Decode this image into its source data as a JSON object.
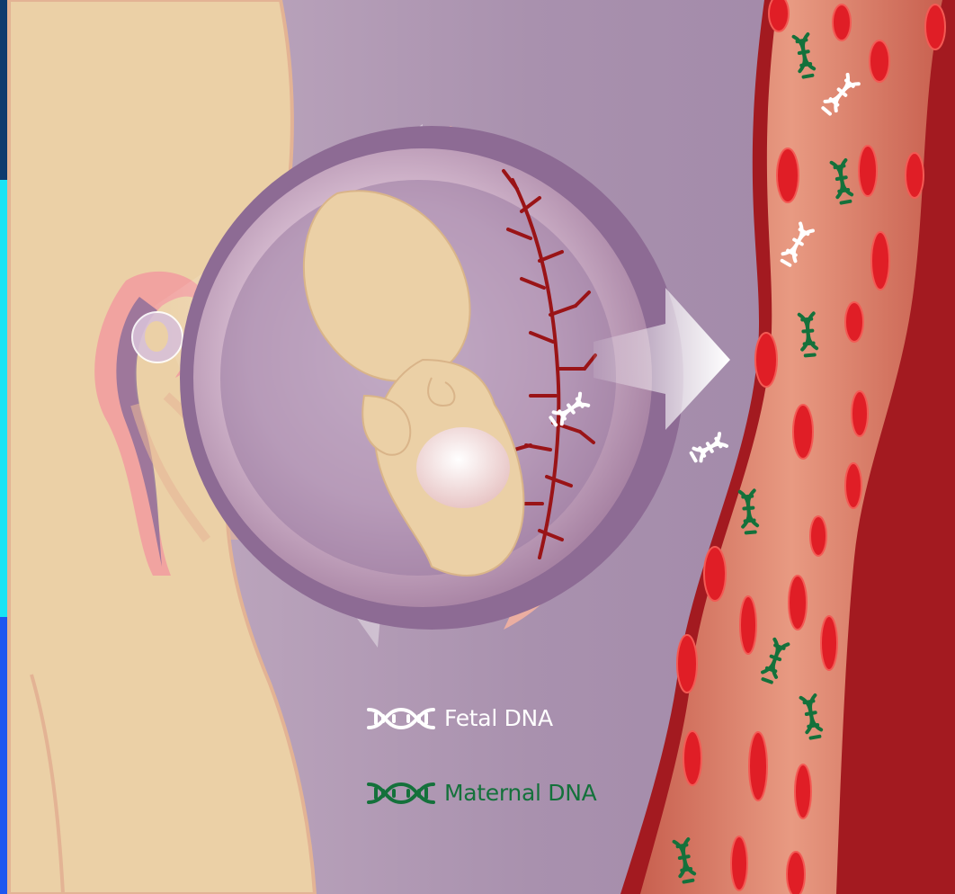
{
  "colors": {
    "background": "#a893ad",
    "skin": "#ebd0a6",
    "fetal_dna": "#ffffff",
    "maternal_dna": "#14713b",
    "vessel_wall": "#a31a20",
    "vessel_inner": "#d7796a",
    "red_blood_cell": "#e01e26",
    "placenta_vessels": "#9a1417",
    "edge_navy": "#0d3a6e",
    "edge_cyan": "#19e3f4",
    "edge_blue": "#1f57f0"
  },
  "icons": {
    "fetal_dna": "dna-helix-white",
    "maternal_dna": "dna-helix-green"
  },
  "legend": {
    "fetal_label": "Fetal DNA",
    "maternal_label": "Maternal DNA"
  }
}
